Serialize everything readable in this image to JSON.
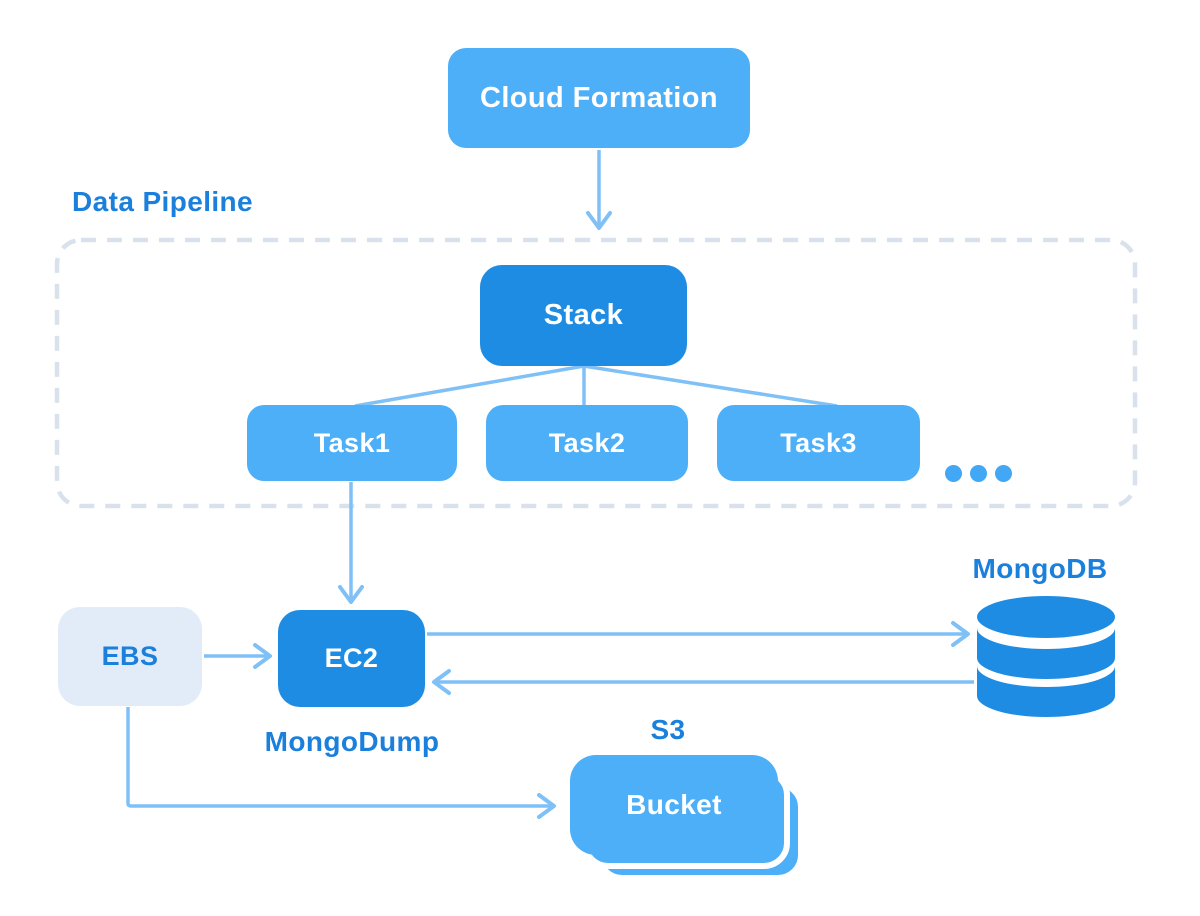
{
  "diagram": {
    "nodes": {
      "cloud_formation": "Cloud Formation",
      "stack": "Stack",
      "task1": "Task1",
      "task2": "Task2",
      "task3": "Task3",
      "ebs": "EBS",
      "ec2": "EC2",
      "bucket": "Bucket"
    },
    "labels": {
      "data_pipeline": "Data Pipeline",
      "mongodump": "MongoDump",
      "mongodb": "MongoDB",
      "s3": "S3",
      "ellipsis": "..."
    },
    "colors": {
      "node_light_blue": "#4DAFF7",
      "node_dark_blue": "#1E8CE3",
      "node_pale_blue": "#E2ECF8",
      "connector_blue": "#7FC0F7",
      "label_blue": "#1A80DB",
      "dashed_border_gray": "#D9E2EC",
      "dots_blue": "#42A7F4",
      "node_text_white": "#FFFFFF"
    }
  }
}
